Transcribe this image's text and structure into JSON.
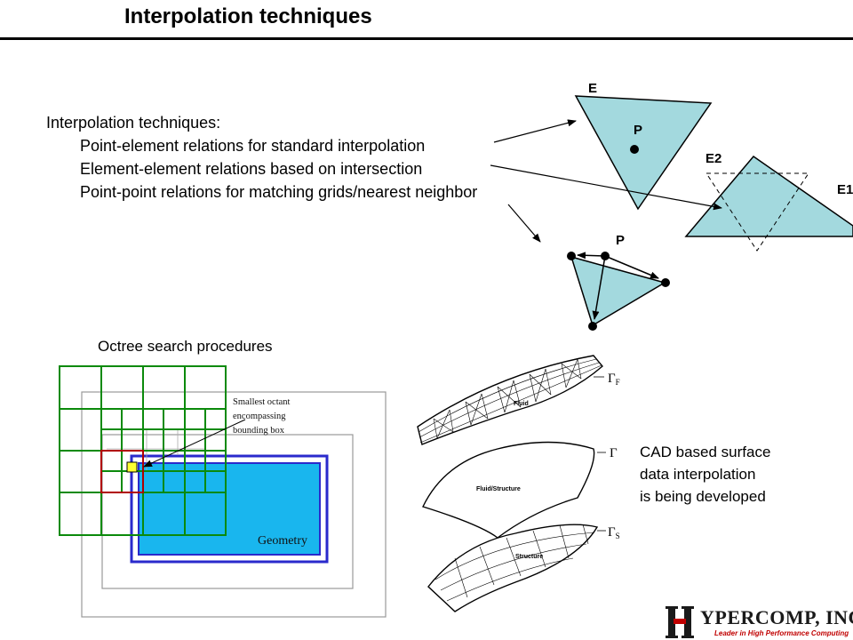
{
  "title": "Interpolation techniques",
  "intro": {
    "heading": "Interpolation techniques:",
    "items": [
      "Point-element relations for standard interpolation",
      "Element-element relations based on intersection",
      "Point-point relations for matching grids/nearest neighbor"
    ]
  },
  "labels": {
    "e": "E",
    "p_top": "P",
    "e2": "E2",
    "e1": "E1",
    "p_bottom": "P"
  },
  "octree": {
    "caption": "Octree search procedures",
    "annotation": [
      "Smallest octant",
      "encompassing",
      "bounding box"
    ],
    "geometry": "Geometry"
  },
  "surfaces": {
    "fluid": "Fluid",
    "fluid_structure": "Fluid/Structure",
    "structure": "Structure",
    "gamma_f": "Γ",
    "gamma_f_sub": "F",
    "gamma": "Γ",
    "gamma_s": "Γ",
    "gamma_s_sub": "S"
  },
  "cad": [
    "CAD based surface",
    "data interpolation",
    "is being developed"
  ],
  "logo": {
    "name": "YPERCOMP, INC.",
    "tagline": "Leader in High Performance Computing"
  },
  "colors": {
    "triangle_fill": "#a3d9de",
    "octree_green": "#0b8a0b",
    "geometry_fill": "#19b6ee",
    "geometry_border": "#2a2acc",
    "highlight": "#ffff33"
  }
}
